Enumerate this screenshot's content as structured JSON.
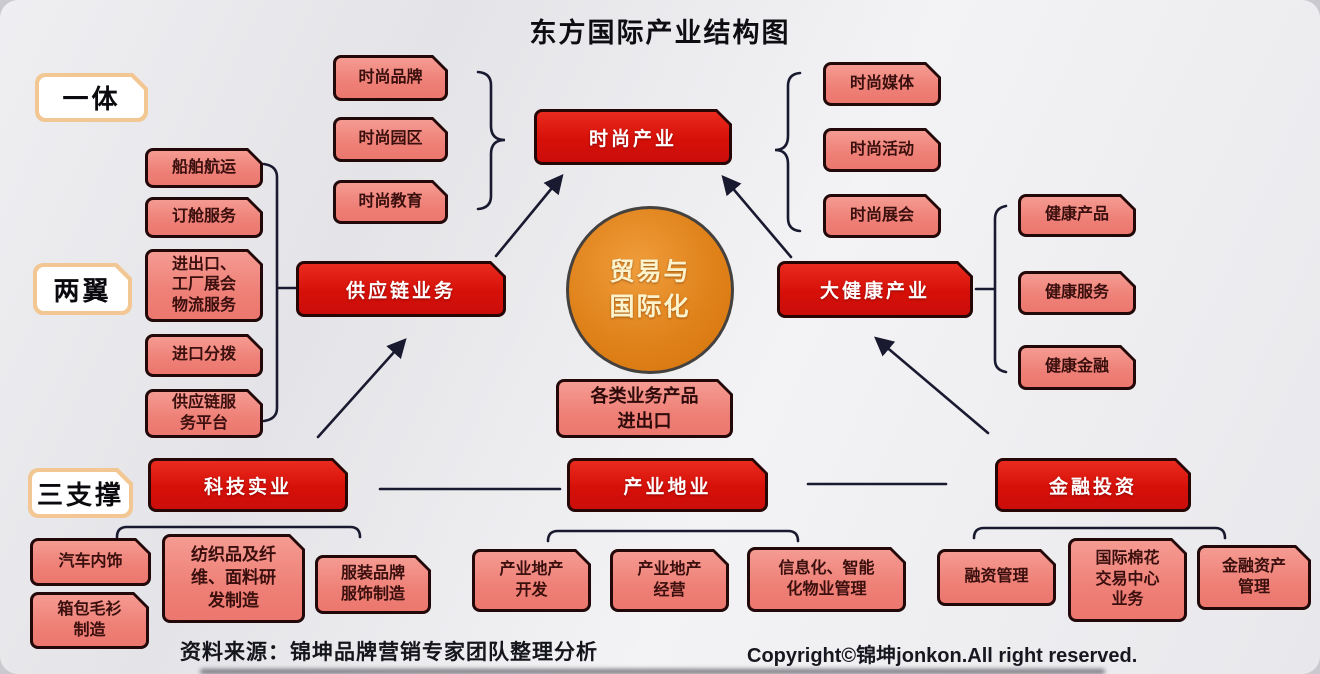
{
  "title": "东方国际产业结构图",
  "side_labels": {
    "one_body": "一体",
    "two_wings": "两翼",
    "three_pillars": "三支撑"
  },
  "center_circle": {
    "text": "贸易与\n国际化",
    "fill_color": "#DD7E14"
  },
  "core_boxes": {
    "fashion": "时尚产业",
    "supply_chain": "供应链业务",
    "health": "大健康产业",
    "tech": "科技实业",
    "estate": "产业地业",
    "finance": "金融投资"
  },
  "groups": {
    "fashion_left": [
      "时尚品牌",
      "时尚园区",
      "时尚教育"
    ],
    "fashion_right": [
      "时尚媒体",
      "时尚活动",
      "时尚展会"
    ],
    "supply_items": [
      "船舶航运",
      "订舱服务",
      "进出口、\n工厂展会\n物流服务",
      "进口分拨",
      "供应链服\n务平台"
    ],
    "health_items": [
      "健康产品",
      "健康服务",
      "健康金融"
    ],
    "trade_gateway": "各类业务产品\n进出口",
    "tech_items": [
      "汽车内饰",
      "箱包毛衫\n制造",
      "纺织品及纤\n维、面料研\n发制造",
      "服装品牌\n服饰制造"
    ],
    "estate_items": [
      "产业地产\n开发",
      "产业地产\n经营",
      "信息化、智能\n化物业管理"
    ],
    "finance_items": [
      "融资管理",
      "国际棉花\n交易中心\n业务",
      "金融资产\n管理"
    ]
  },
  "footer": {
    "source": "资料来源：锦坤品牌营销专家团队整理分析",
    "copyright": "Copyright©锦坤jonkon.All right reserved."
  },
  "colors": {
    "red_box": "#D21210",
    "pink_box": "#F0857C",
    "label_border": "#F3C793",
    "circle_fill": "#DD7E14",
    "connector": "#191930"
  }
}
